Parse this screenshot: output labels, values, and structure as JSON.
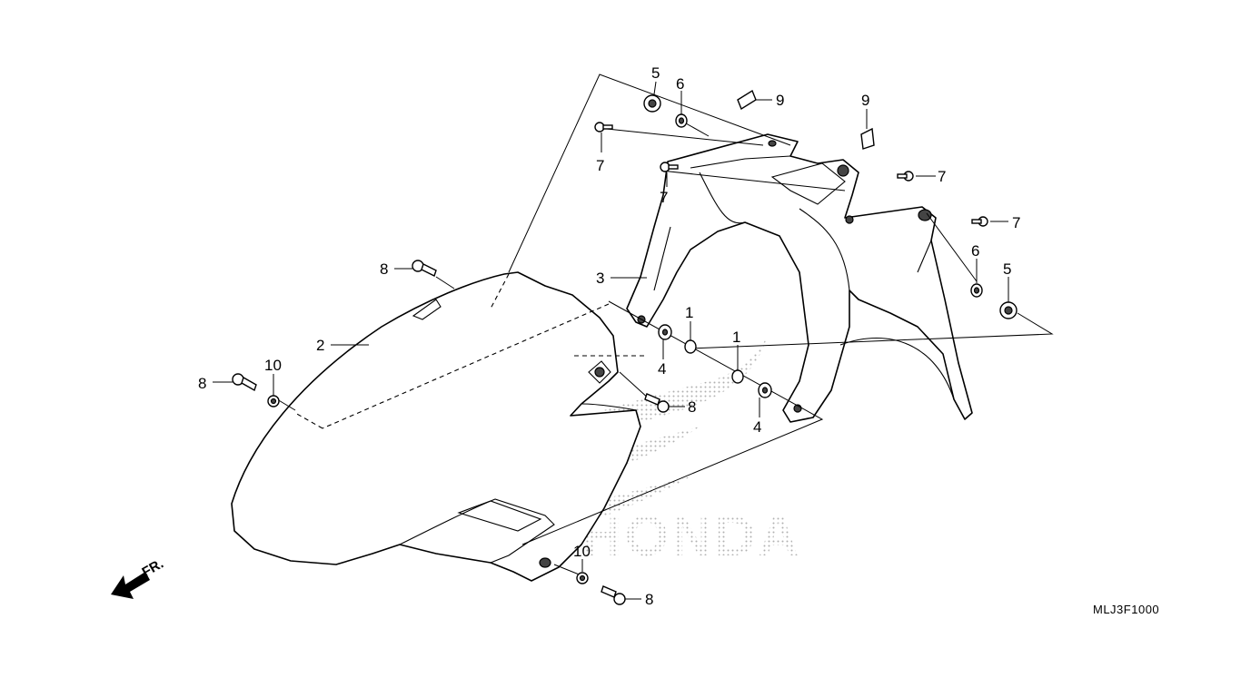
{
  "diagram_code": "MLJ3F1000",
  "direction_label": "FR.",
  "callouts": {
    "c5a": "5",
    "c6a": "6",
    "c9a": "9",
    "c9b": "9",
    "c7a": "7",
    "c7b": "7",
    "c7c": "7",
    "c7d": "7",
    "c8a": "8",
    "c8b": "8",
    "c8c": "8",
    "c8d": "8",
    "c10a": "10",
    "c10b": "10",
    "c2": "2",
    "c3": "3",
    "c1a": "1",
    "c1b": "1",
    "c4a": "4",
    "c4b": "4",
    "c6b": "6",
    "c5b": "5"
  },
  "watermark": {
    "brand_text": "HONDA",
    "logo": "honda-wing-logo",
    "color": "#bdbdbd"
  },
  "icons": {
    "direction": "front-direction-arrow-icon"
  }
}
